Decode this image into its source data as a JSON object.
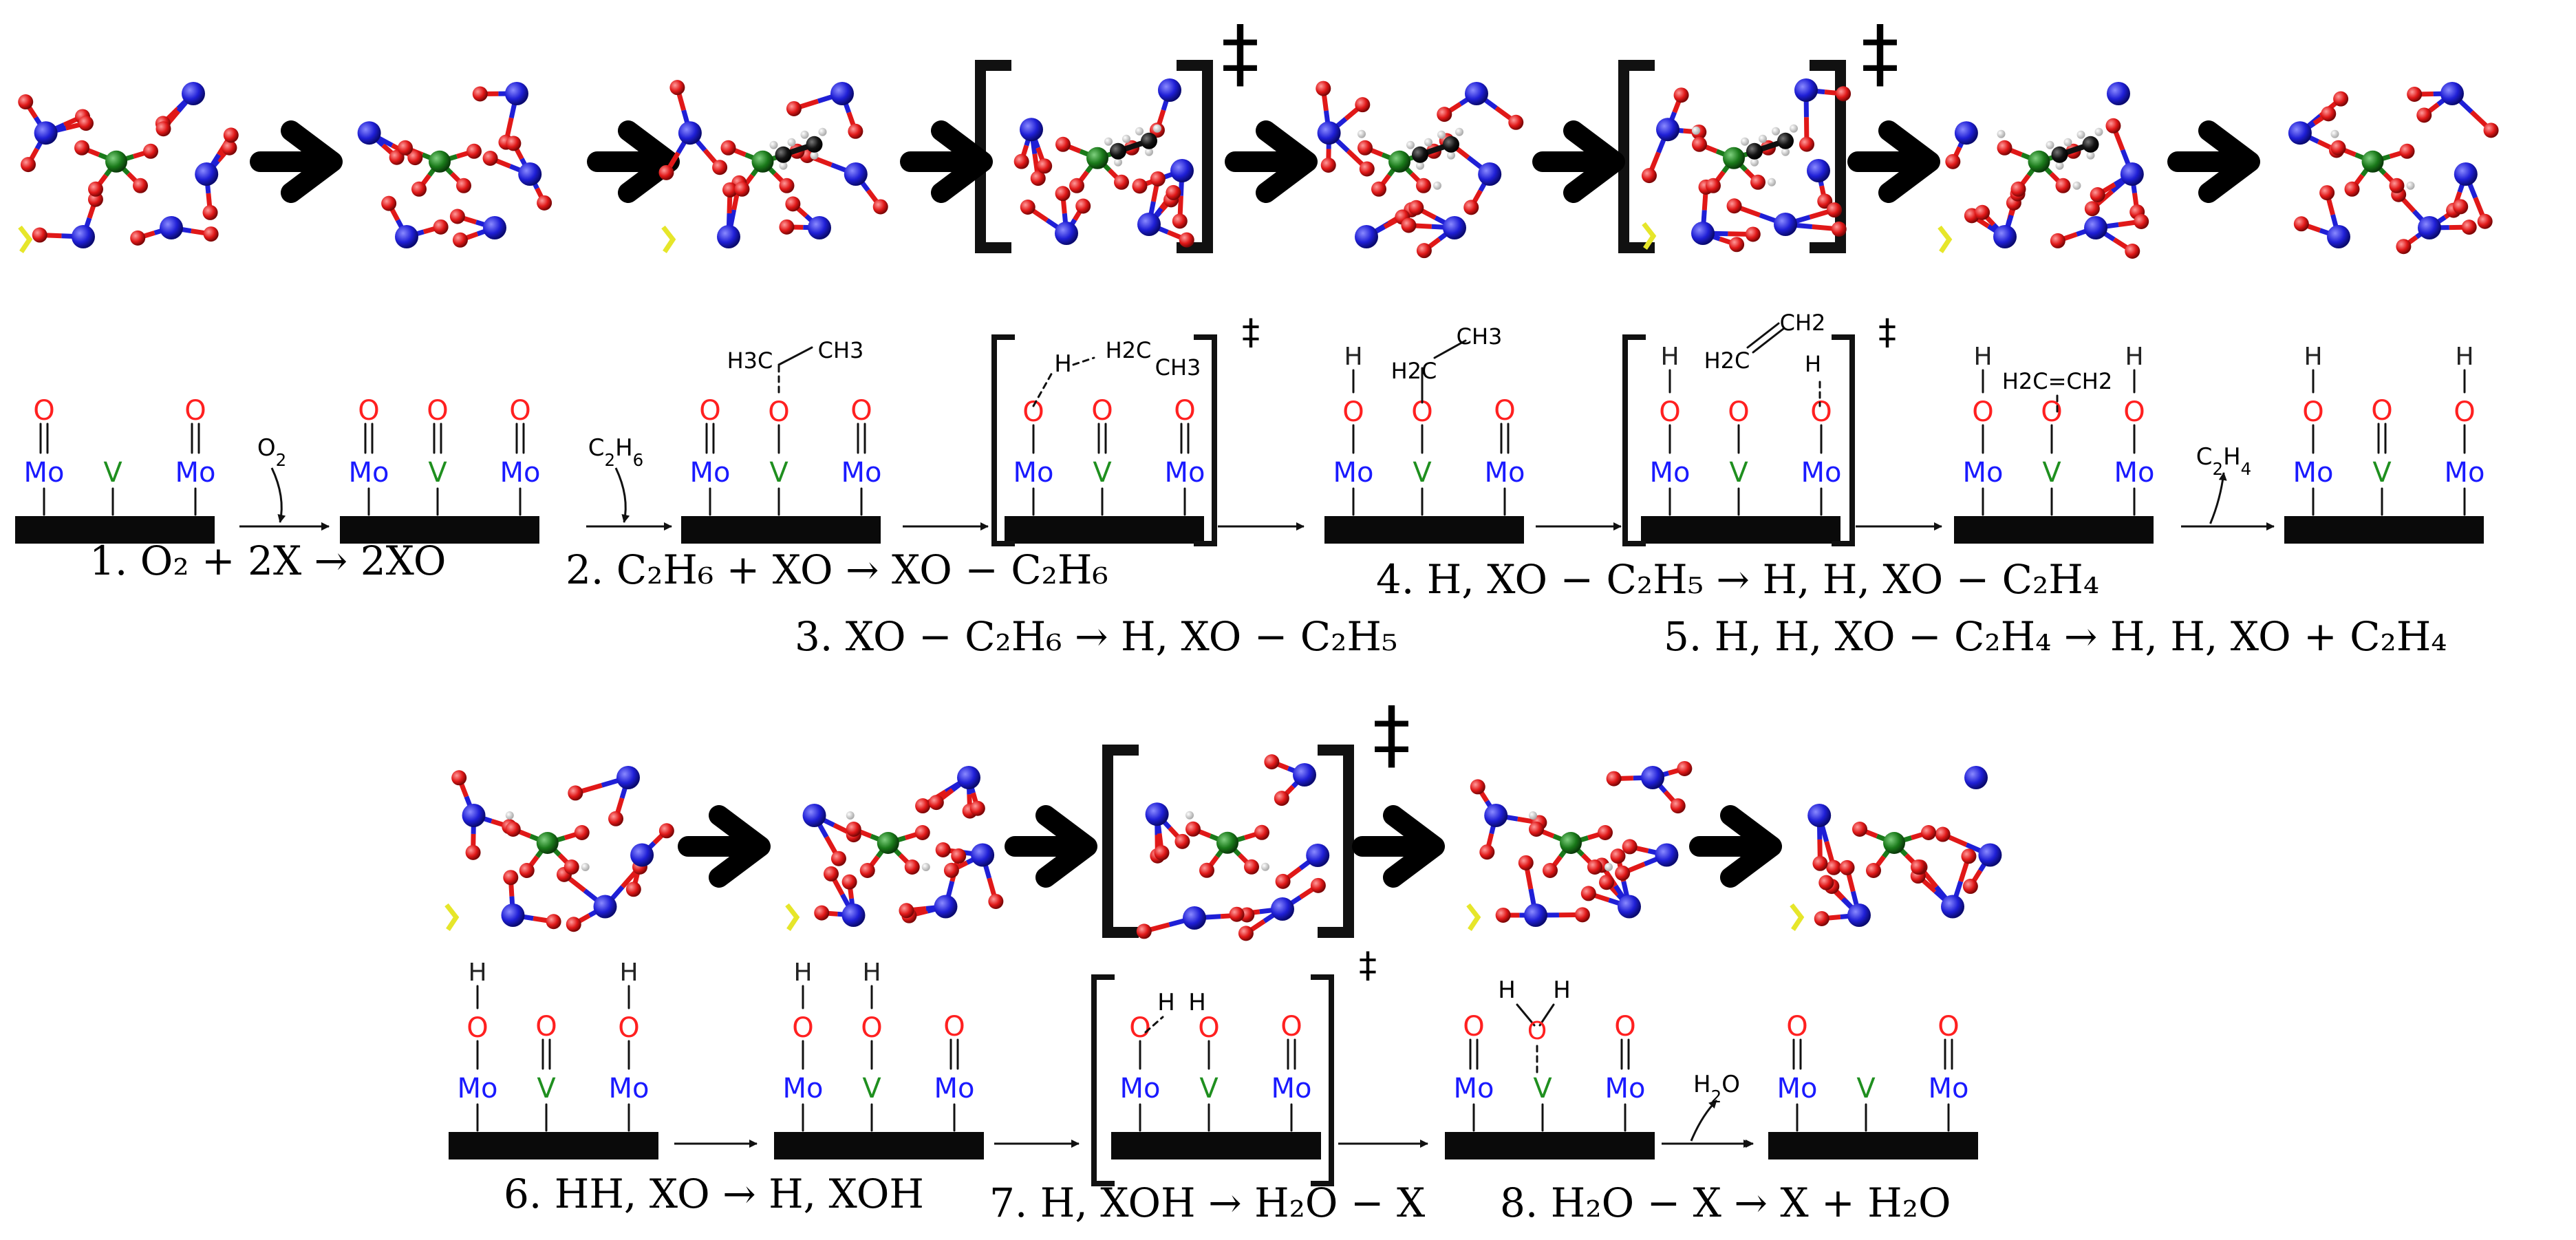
{
  "colors": {
    "mo": "#1a1aff",
    "v": "#1f8f1f",
    "o": "#ff2020",
    "h": "#222222",
    "bond": "#111111",
    "surface": "#0a0a0a",
    "atom_mo": "#1f1fd6",
    "atom_v": "#1a7a1a",
    "atom_o": "#e01818",
    "atom_s": "#e6e62a",
    "atom_c": "#141414",
    "atom_h": "#dddddd"
  },
  "labels": {
    "mo": "Mo",
    "v": "V",
    "o": "O",
    "h": "H",
    "dagger": "‡"
  },
  "reagents": {
    "o2": "O2",
    "c2h6": "C2H6",
    "c2h4": "C2H4",
    "h2o": "H2O"
  },
  "adsorbates": {
    "s3_ch3": "H3C",
    "s3_ch3b": "CH3",
    "s4_h": "H",
    "s4_h2c": "H2C",
    "s4_ch3": "CH3",
    "s5_h2c": "H2C",
    "s5_ch3": "CH3",
    "s6_h2c": "H2C",
    "s6_ch2": "CH2",
    "s7_ethene": "H2C=CH2"
  },
  "equations": {
    "eq1": "1. O₂ + 2X → 2XO",
    "eq2": "2. C₂H₆ + XO → XO − C₂H₆",
    "eq3": "3. XO − C₂H₆ → H, XO − C₂H₅",
    "eq4": "4. H, XO − C₂H₅ → H, H, XO − C₂H₄",
    "eq5": "5. H, H, XO − C₂H₄ → H, H, XO + C₂H₄",
    "eq6": "6. HH, XO → H, XOH",
    "eq7": "7. H, XOH → H₂O − X",
    "eq8": "8. H₂O − X → X + H₂O"
  }
}
